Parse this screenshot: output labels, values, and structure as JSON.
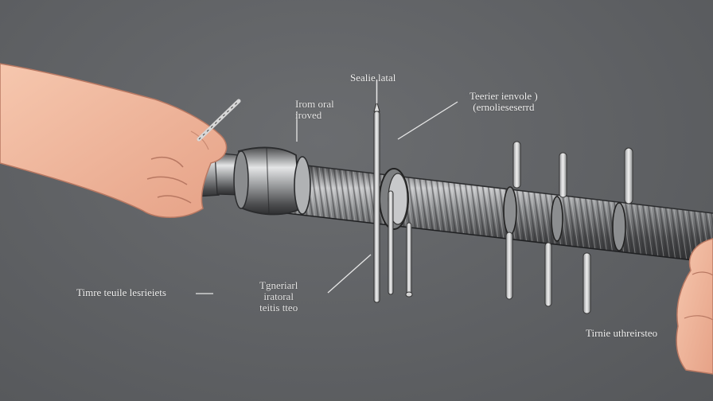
{
  "labels": {
    "top_center": "Sealie latal",
    "top_left": [
      "Irom oral",
      "iroved"
    ],
    "top_right": [
      "Teerier ienvole )",
      "(ernolieseserrd"
    ],
    "mid_left": "Timre teuile lesrieiets",
    "bottom_center": [
      "Tgneriarl",
      "iratoral",
      "teitis tteo"
    ],
    "bottom_right": "Tirnie uthreirsteo"
  },
  "colors": {
    "background": "#5f6164",
    "skin": "#f0b9a0",
    "skin_shadow": "#d8927a",
    "metal_light": "#d9dadb",
    "metal_dark": "#3a3b3d",
    "label_text": "#f2f2f2"
  }
}
